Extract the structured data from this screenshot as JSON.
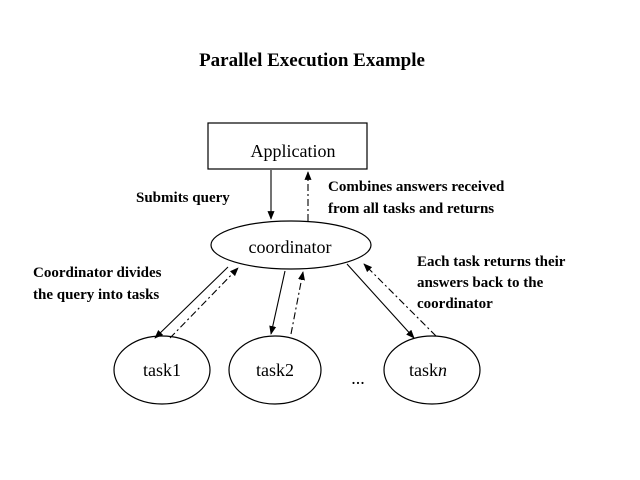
{
  "title": "Parallel Execution Example",
  "nodes": {
    "application": "Application",
    "coordinator": "coordinator",
    "task1": "task1",
    "task2": "task2",
    "taskn_base": "task",
    "taskn_suffix": "n",
    "ellipsis": "..."
  },
  "annotations": {
    "submits": "Submits query",
    "combines_line1": "Combines answers received",
    "combines_line2": "from all tasks and returns",
    "divides_line1": "Coordinator divides",
    "divides_line2": "the query into tasks",
    "returns_line1": "Each task returns their",
    "returns_line2": "answers back to the",
    "returns_line3": "coordinator"
  }
}
